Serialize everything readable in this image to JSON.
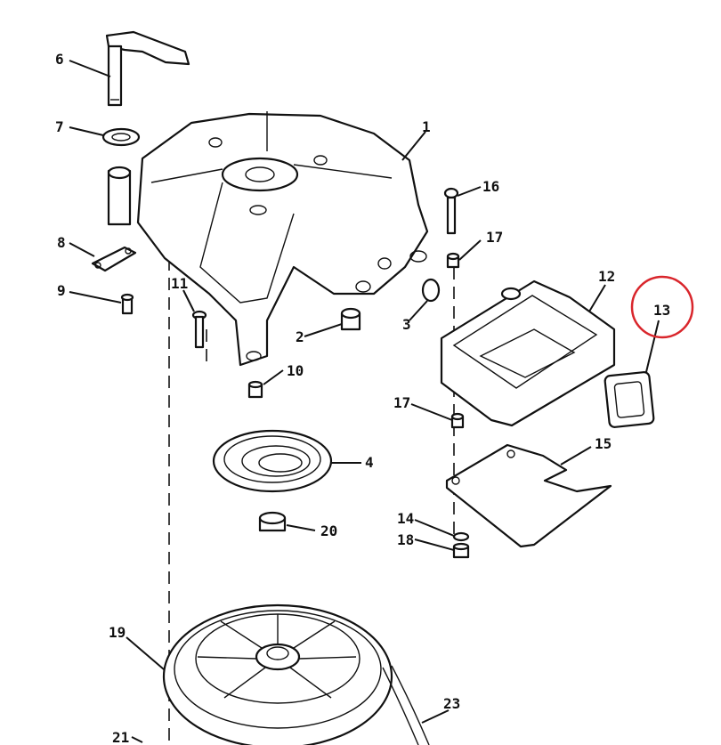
{
  "callouts": {
    "c1": "1",
    "c2": "2",
    "c3": "3",
    "c4": "4",
    "c6": "6",
    "c7": "7",
    "c8": "8",
    "c9": "9",
    "c10": "10",
    "c11": "11",
    "c12": "12",
    "c13": "13",
    "c14": "14",
    "c15": "15",
    "c16": "16",
    "c17a": "17",
    "c17b": "17",
    "c18": "18",
    "c19": "19",
    "c20": "20",
    "c21": "21",
    "c23": "23"
  },
  "highlight": {
    "callout": "13",
    "color": "#d9262c"
  }
}
